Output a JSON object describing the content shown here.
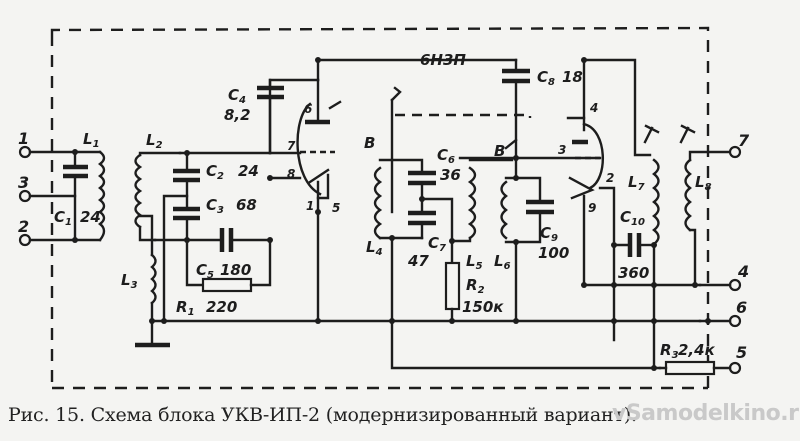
{
  "tube": {
    "type": "6Н3П"
  },
  "terminals": [
    {
      "id": "t1",
      "label": "1"
    },
    {
      "id": "t3",
      "label": "3"
    },
    {
      "id": "t2",
      "label": "2"
    },
    {
      "id": "t7",
      "label": "7"
    },
    {
      "id": "t4",
      "label": "4"
    },
    {
      "id": "t6",
      "label": "6"
    },
    {
      "id": "t5",
      "label": "5"
    }
  ],
  "components": {
    "L1": {
      "ref": "L",
      "sub": "1"
    },
    "C1": {
      "ref": "C",
      "sub": "1",
      "value": "24"
    },
    "L2": {
      "ref": "L",
      "sub": "2"
    },
    "L3": {
      "ref": "L",
      "sub": "3"
    },
    "C2": {
      "ref": "C",
      "sub": "2",
      "value": "24"
    },
    "C3": {
      "ref": "C",
      "sub": "3",
      "value": "68"
    },
    "C4": {
      "ref": "C",
      "sub": "4",
      "value": "8,2"
    },
    "C5": {
      "ref": "C",
      "sub": "5",
      "value": "180"
    },
    "R1": {
      "ref": "R",
      "sub": "1",
      "value": "220"
    },
    "L4": {
      "ref": "L",
      "sub": "4"
    },
    "C6": {
      "ref": "C",
      "sub": "6",
      "value": "36"
    },
    "C7": {
      "ref": "C",
      "sub": "7",
      "value": "47"
    },
    "L5": {
      "ref": "L",
      "sub": "5"
    },
    "R2": {
      "ref": "R",
      "sub": "2",
      "value": "150к"
    },
    "L6": {
      "ref": "L",
      "sub": "6"
    },
    "C8": {
      "ref": "C",
      "sub": "8",
      "value": "18"
    },
    "C9": {
      "ref": "C",
      "sub": "9",
      "value": "100"
    },
    "C10": {
      "ref": "C",
      "sub": "10",
      "value": "360"
    },
    "L7": {
      "ref": "L",
      "sub": "7"
    },
    "L8": {
      "ref": "L",
      "sub": "8"
    },
    "R3": {
      "ref": "R",
      "sub": "3",
      "value": "2,4к"
    }
  },
  "tube_pins": {
    "left": [
      "6",
      "7",
      "8",
      "1",
      "5"
    ],
    "right": [
      "4",
      "3",
      "2",
      "9"
    ]
  },
  "tap_marks": [
    "В",
    "В"
  ],
  "caption": "Рис. 15. Схема блока УКВ-ИП-2 (модернизированный вариант).",
  "watermark": "vSamodelkino.ru",
  "colors": {
    "ink": "#1d1d1d",
    "paper": "#f4f4f2",
    "watermark": "#c9c9c9"
  }
}
